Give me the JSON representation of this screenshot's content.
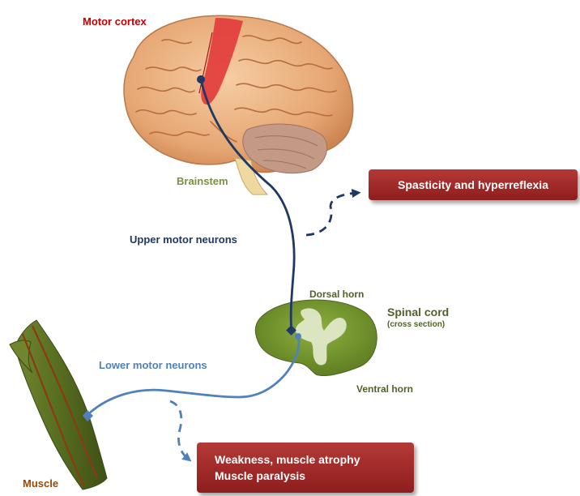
{
  "labels": {
    "motor_cortex": "Motor cortex",
    "brainstem": "Brainstem",
    "upper_motor_neurons": "Upper motor neurons",
    "lower_motor_neurons": "Lower motor neurons",
    "dorsal_horn": "Dorsal horn",
    "spinal_cord": "Spinal cord",
    "cross_section": "(cross section)",
    "ventral_horn": "Ventral horn",
    "muscle": "Muscle"
  },
  "callouts": {
    "upper": "Spasticity and hyperreflexia",
    "lower_line1": "Weakness, muscle atrophy",
    "lower_line2": "Muscle paralysis"
  },
  "colors": {
    "motor_cortex": "#c00000",
    "brainstem": "#77933c",
    "upper_neuron": "#1f3864",
    "lower_neuron": "#4f81bd",
    "spinal": "#4f6228",
    "muscle_label": "#984807",
    "callout": "#9e2a2a"
  }
}
